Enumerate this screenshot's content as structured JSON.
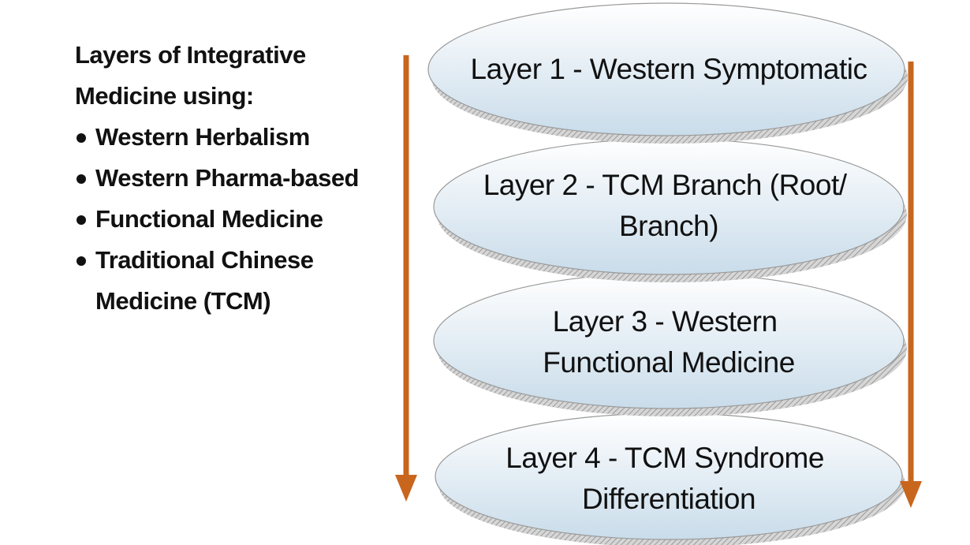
{
  "sidebar": {
    "heading": [
      "Layers of Integrative",
      "Medicine using:"
    ],
    "items": [
      [
        "Western Herbalism"
      ],
      [
        "Western Pharma-based"
      ],
      [
        "Functional Medicine"
      ],
      [
        "Traditional Chinese",
        "Medicine (TCM)"
      ]
    ]
  },
  "layers": [
    {
      "lines": [
        "Layer 1  -  Western Symptomatic"
      ]
    },
    {
      "lines": [
        "Layer 2  -  TCM Branch (Root/",
        "Branch)"
      ]
    },
    {
      "lines": [
        "Layer 3  -  Western",
        "Functional Medicine"
      ]
    },
    {
      "lines": [
        "Layer 4  -  TCM Syndrome",
        "Differentiation"
      ]
    }
  ],
  "colors": {
    "arrow": "#c8661e",
    "ellipse_fill_top": "#ffffff",
    "ellipse_fill_bottom": "#c9dcea",
    "ellipse_stroke": "#9a9a9a",
    "shadow": "#a0a0a0"
  },
  "icons": {
    "arrows": "arrow-down-icon"
  }
}
